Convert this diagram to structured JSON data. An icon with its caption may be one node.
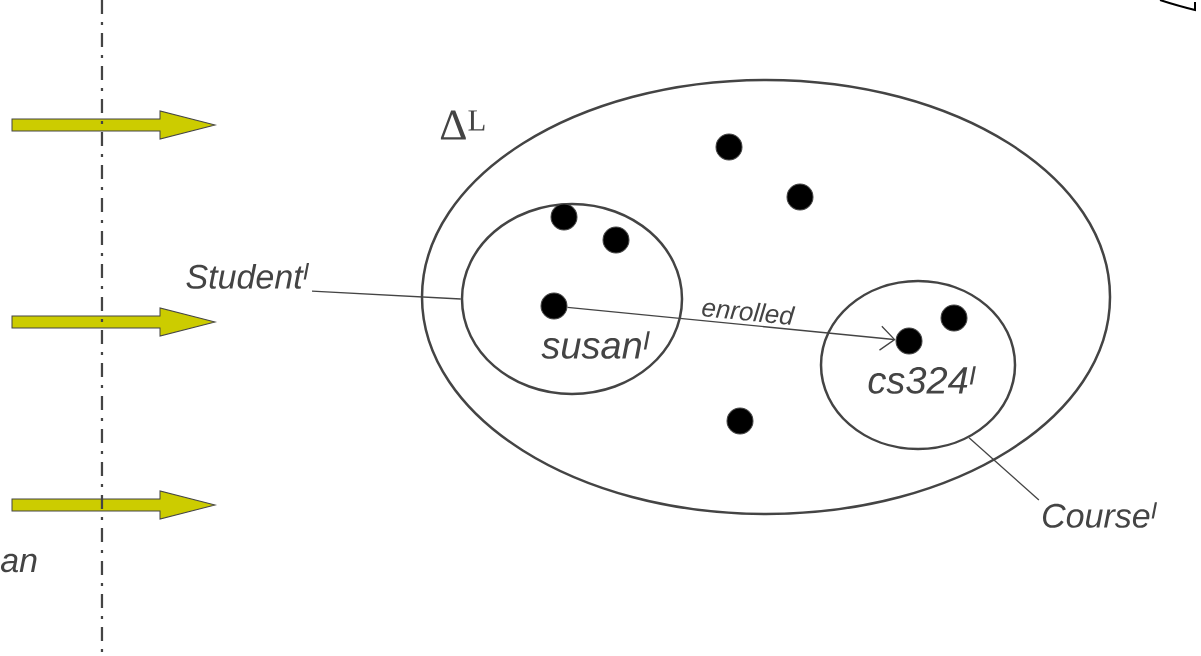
{
  "diagram": {
    "nodes": [
      {
        "text": [
          "Δ$^{L}$"
        ]
      },
      {
        "text": [
          "Student$^{I}$"
        ]
      },
      {
        "text": [],
        "shape": "circle",
        "in": 0
      },
      {
        "text": [],
        "shape": "circle",
        "in": 2
      },
      {
        "text": [],
        "shape": "circle",
        "in": 2
      },
      {
        "text": [],
        "shape": "circle",
        "in": 2,
        "beside": [
          "susan$^{I}$"
        ]
      },
      {
        "text": [],
        "shape": "circle",
        "in": 0
      },
      {
        "text": [],
        "shape": "circle",
        "in": 0
      },
      {
        "text": [],
        "shape": "circle",
        "in": 0
      },
      {
        "text": [],
        "shape": "circle",
        "in": 8
      },
      {
        "text": [],
        "shape": "circle",
        "in": 8,
        "beside": [
          "cs324$^{I}$"
        ]
      },
      {
        "text": [],
        "shape": "circle",
        "in": 0
      },
      {
        "text": [
          "Course$^{I}$"
        ]
      }
    ],
    "edges": [
      {
        "from": 1,
        "to": 2,
        "arrow": "none"
      },
      {
        "from": 5,
        "to": 10,
        "arrow": "to",
        "label": "enrolled"
      },
      {
        "from": 12,
        "to": 8,
        "arrow": "none"
      }
    ],
    "labels": [
      "an"
    ]
  }
}
